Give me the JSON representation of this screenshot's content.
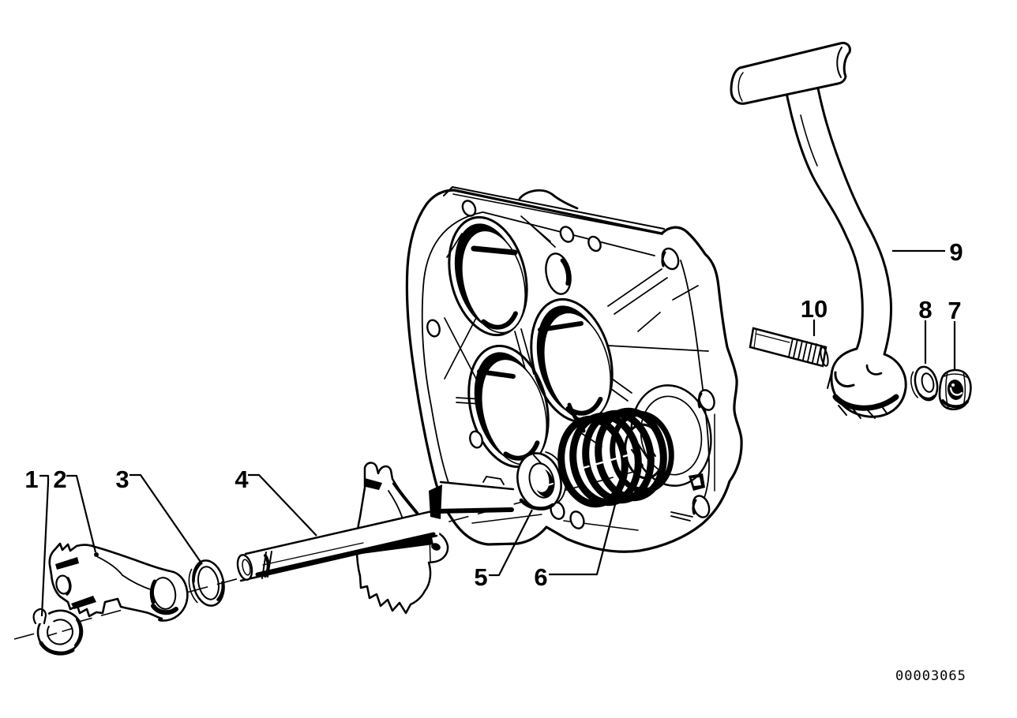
{
  "diagram": {
    "callouts": [
      {
        "label": "1"
      },
      {
        "label": "2"
      },
      {
        "label": "3"
      },
      {
        "label": "4"
      },
      {
        "label": "5"
      },
      {
        "label": "6"
      },
      {
        "label": "7"
      },
      {
        "label": "8"
      },
      {
        "label": "9"
      },
      {
        "label": "10"
      }
    ],
    "watermark": "00003065"
  },
  "colors": {
    "ink": "#000000",
    "paper": "#ffffff"
  }
}
